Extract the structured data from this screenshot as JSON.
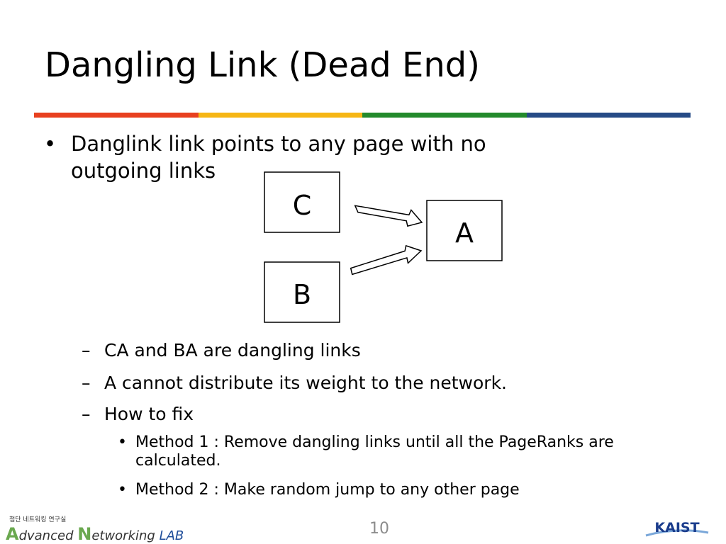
{
  "slide": {
    "title": "Dangling Link (Dead End)",
    "page_number": "10",
    "colors": {
      "red": "#e8401f",
      "yellow": "#f6b614",
      "green": "#238a2c",
      "navy": "#264b86"
    }
  },
  "bullet_main": "Danglink link points to any page with  no outgoing links",
  "diagram": {
    "node_c": "C",
    "node_a": "A",
    "node_b": "B"
  },
  "sub_items": [
    "CA and BA are dangling links",
    "A cannot distribute its weight to the network.",
    "How to fix"
  ],
  "methods": [
    "Method 1 : Remove dangling links until all the PageRanks are calculated.",
    "Method 2 : Make random jump to any other page"
  ],
  "markers": {
    "bullet": "•",
    "dash": "–"
  },
  "footer": {
    "lab_korean": "첨단 네트워킹 연구실",
    "lab_first": "A",
    "lab_part1": "dvanced ",
    "lab_second": "N",
    "lab_part2": "etworking ",
    "lab_suffix": "LAB",
    "university": "KAIST"
  }
}
